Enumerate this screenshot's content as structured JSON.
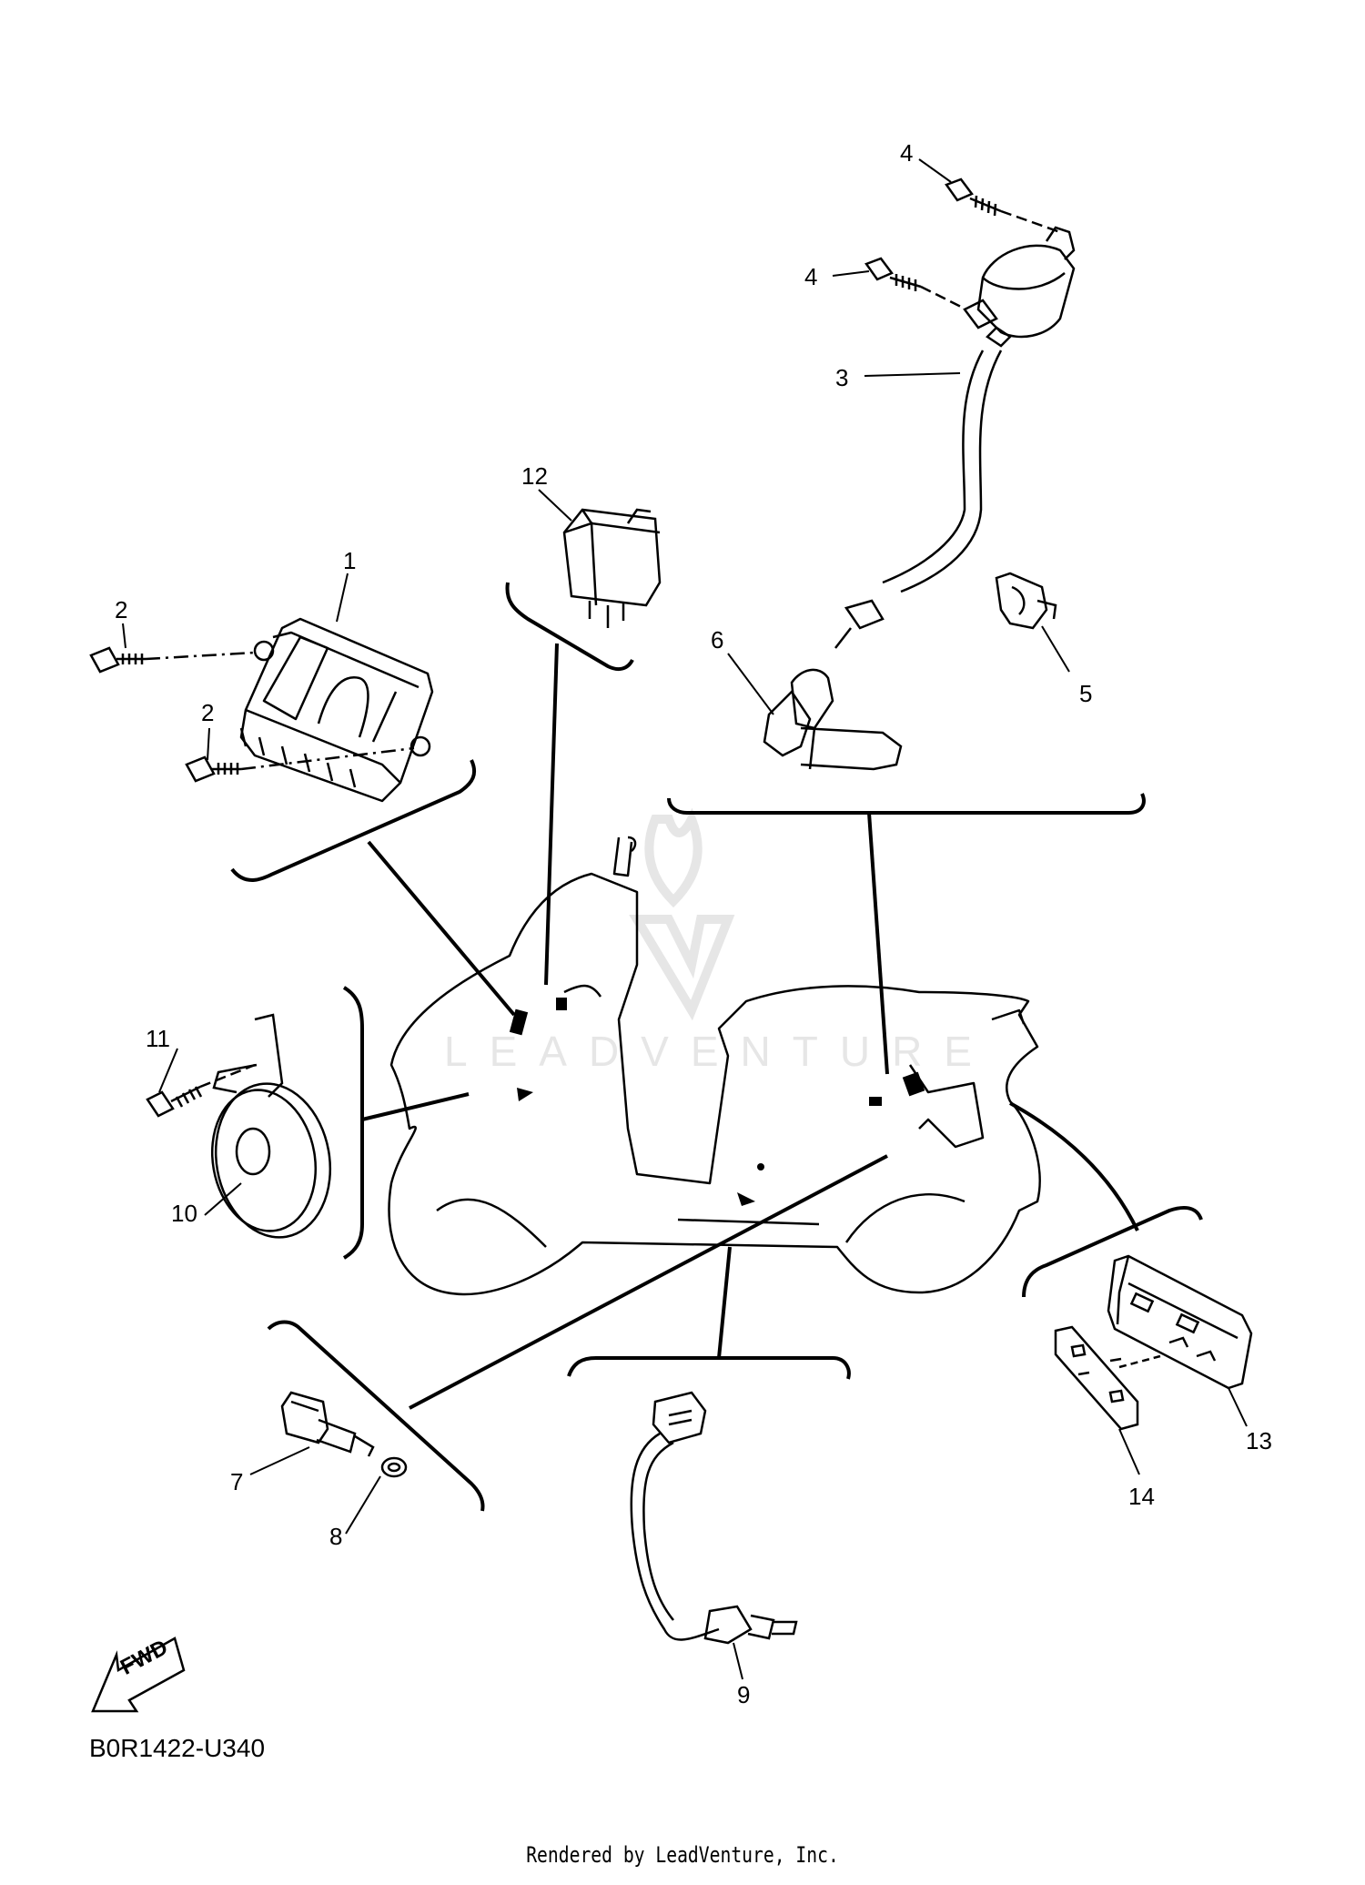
{
  "diagram": {
    "code": "B0R1422-U340",
    "render_credit": "Rendered by LeadVenture, Inc.",
    "watermark": "LEADVENTURE",
    "fwd_label": "FWD"
  },
  "callouts": [
    {
      "id": "1",
      "label": "1"
    },
    {
      "id": "2a",
      "label": "2"
    },
    {
      "id": "2b",
      "label": "2"
    },
    {
      "id": "3",
      "label": "3"
    },
    {
      "id": "4a",
      "label": "4"
    },
    {
      "id": "4b",
      "label": "4"
    },
    {
      "id": "5",
      "label": "5"
    },
    {
      "id": "6",
      "label": "6"
    },
    {
      "id": "7",
      "label": "7"
    },
    {
      "id": "8",
      "label": "8"
    },
    {
      "id": "9",
      "label": "9"
    },
    {
      "id": "10",
      "label": "10"
    },
    {
      "id": "11",
      "label": "11"
    },
    {
      "id": "12",
      "label": "12"
    },
    {
      "id": "13",
      "label": "13"
    },
    {
      "id": "14",
      "label": "14"
    }
  ],
  "colors": {
    "line": "#000000",
    "watermark": "#e6e6e6",
    "background": "#ffffff"
  }
}
